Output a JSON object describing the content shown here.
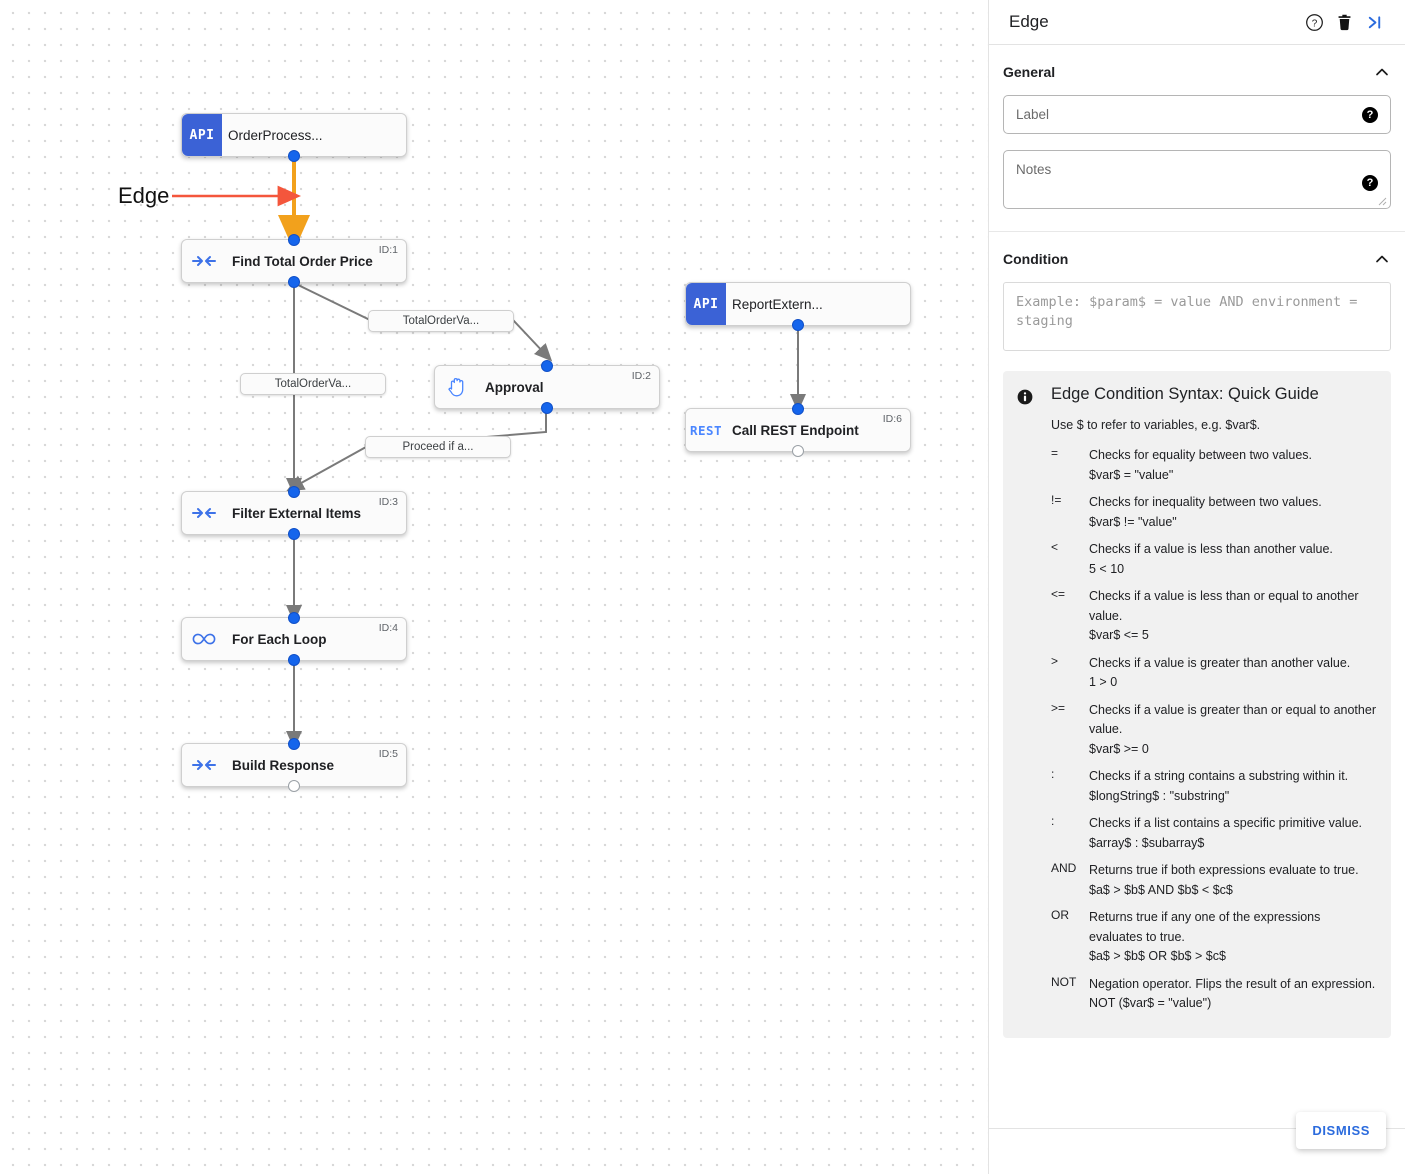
{
  "canvas": {
    "annotation": {
      "label": "Edge",
      "arrow_color": "#f4563c"
    },
    "highlight_edge_color": "#f2a11c",
    "nodes": [
      {
        "id": "n0",
        "kind": "api",
        "badge": "API",
        "title": "OrderProcess...",
        "id_label": ""
      },
      {
        "id": "n1",
        "kind": "step",
        "icon": "merge-arrows-icon",
        "title": "Find Total Order Price",
        "id_label": "ID:1"
      },
      {
        "id": "n2",
        "kind": "approval",
        "icon": "hand-icon",
        "title": "Approval",
        "id_label": "ID:2"
      },
      {
        "id": "n3",
        "kind": "step",
        "icon": "merge-arrows-icon",
        "title": "Filter External Items",
        "id_label": "ID:3"
      },
      {
        "id": "n4",
        "kind": "loop",
        "icon": "infinity-icon",
        "title": "For Each Loop",
        "id_label": "ID:4"
      },
      {
        "id": "n5",
        "kind": "step",
        "icon": "merge-arrows-icon",
        "title": "Build Response",
        "id_label": "ID:5"
      },
      {
        "id": "n6",
        "kind": "api",
        "badge": "API",
        "title": "ReportExtern...",
        "id_label": ""
      },
      {
        "id": "n7",
        "kind": "rest",
        "badge": "REST",
        "title": "Call REST Endpoint",
        "id_label": "ID:6"
      }
    ],
    "edge_labels": [
      {
        "text": "TotalOrderVa..."
      },
      {
        "text": "TotalOrderVa..."
      },
      {
        "text": "Proceed if a..."
      }
    ]
  },
  "panel": {
    "title": "Edge",
    "header_icons": [
      {
        "name": "help-icon",
        "glyph": "?"
      },
      {
        "name": "delete-icon",
        "glyph": "trash"
      },
      {
        "name": "collapse-panel-icon",
        "glyph": ">|"
      }
    ],
    "general": {
      "title": "General",
      "label_field": {
        "placeholder": "Label",
        "value": ""
      },
      "notes_field": {
        "placeholder": "Notes",
        "value": ""
      }
    },
    "condition": {
      "title": "Condition",
      "placeholder": "Example: $param$ = value AND environment = staging",
      "value": ""
    },
    "guide": {
      "title": "Edge Condition Syntax: Quick Guide",
      "subtitle": "Use $ to refer to variables, e.g. $var$.",
      "rows": [
        {
          "op": "=",
          "desc": "Checks for equality between two values.",
          "example": "$var$ = \"value\""
        },
        {
          "op": "!=",
          "desc": "Checks for inequality between two values.",
          "example": "$var$ != \"value\""
        },
        {
          "op": "<",
          "desc": "Checks if a value is less than another value.",
          "example": "5 < 10"
        },
        {
          "op": "<=",
          "desc": "Checks if a value is less than or equal to another value.",
          "example": "$var$ <= 5"
        },
        {
          "op": ">",
          "desc": "Checks if a value is greater than another value.",
          "example": "1 > 0"
        },
        {
          "op": ">=",
          "desc": "Checks if a value is greater than or equal to another value.",
          "example": "$var$ >= 0"
        },
        {
          "op": ":",
          "desc": "Checks if a string contains a substring within it.",
          "example": "$longString$ : \"substring\""
        },
        {
          "op": ":",
          "desc": "Checks if a list contains a specific primitive value.",
          "example": "$array$ : $subarray$"
        },
        {
          "op": "AND",
          "desc": "Returns true if both expressions evaluate to true.",
          "example": "$a$ > $b$ AND $b$ < $c$"
        },
        {
          "op": "OR",
          "desc": "Returns true if any one of the expressions evaluates to true.",
          "example": "$a$ > $b$ OR $b$ > $c$"
        },
        {
          "op": "NOT",
          "desc": "Negation operator. Flips the result of an expression.",
          "example": "NOT ($var$ = \"value\")"
        }
      ]
    },
    "footer": {
      "dismiss_label": "DISMISS"
    }
  },
  "colors": {
    "accent_blue": "#3b62d6",
    "port_blue": "#1565ec",
    "highlight_orange": "#f2a11c",
    "annotation_red": "#f4563c",
    "link_blue": "#2b6bdd"
  }
}
